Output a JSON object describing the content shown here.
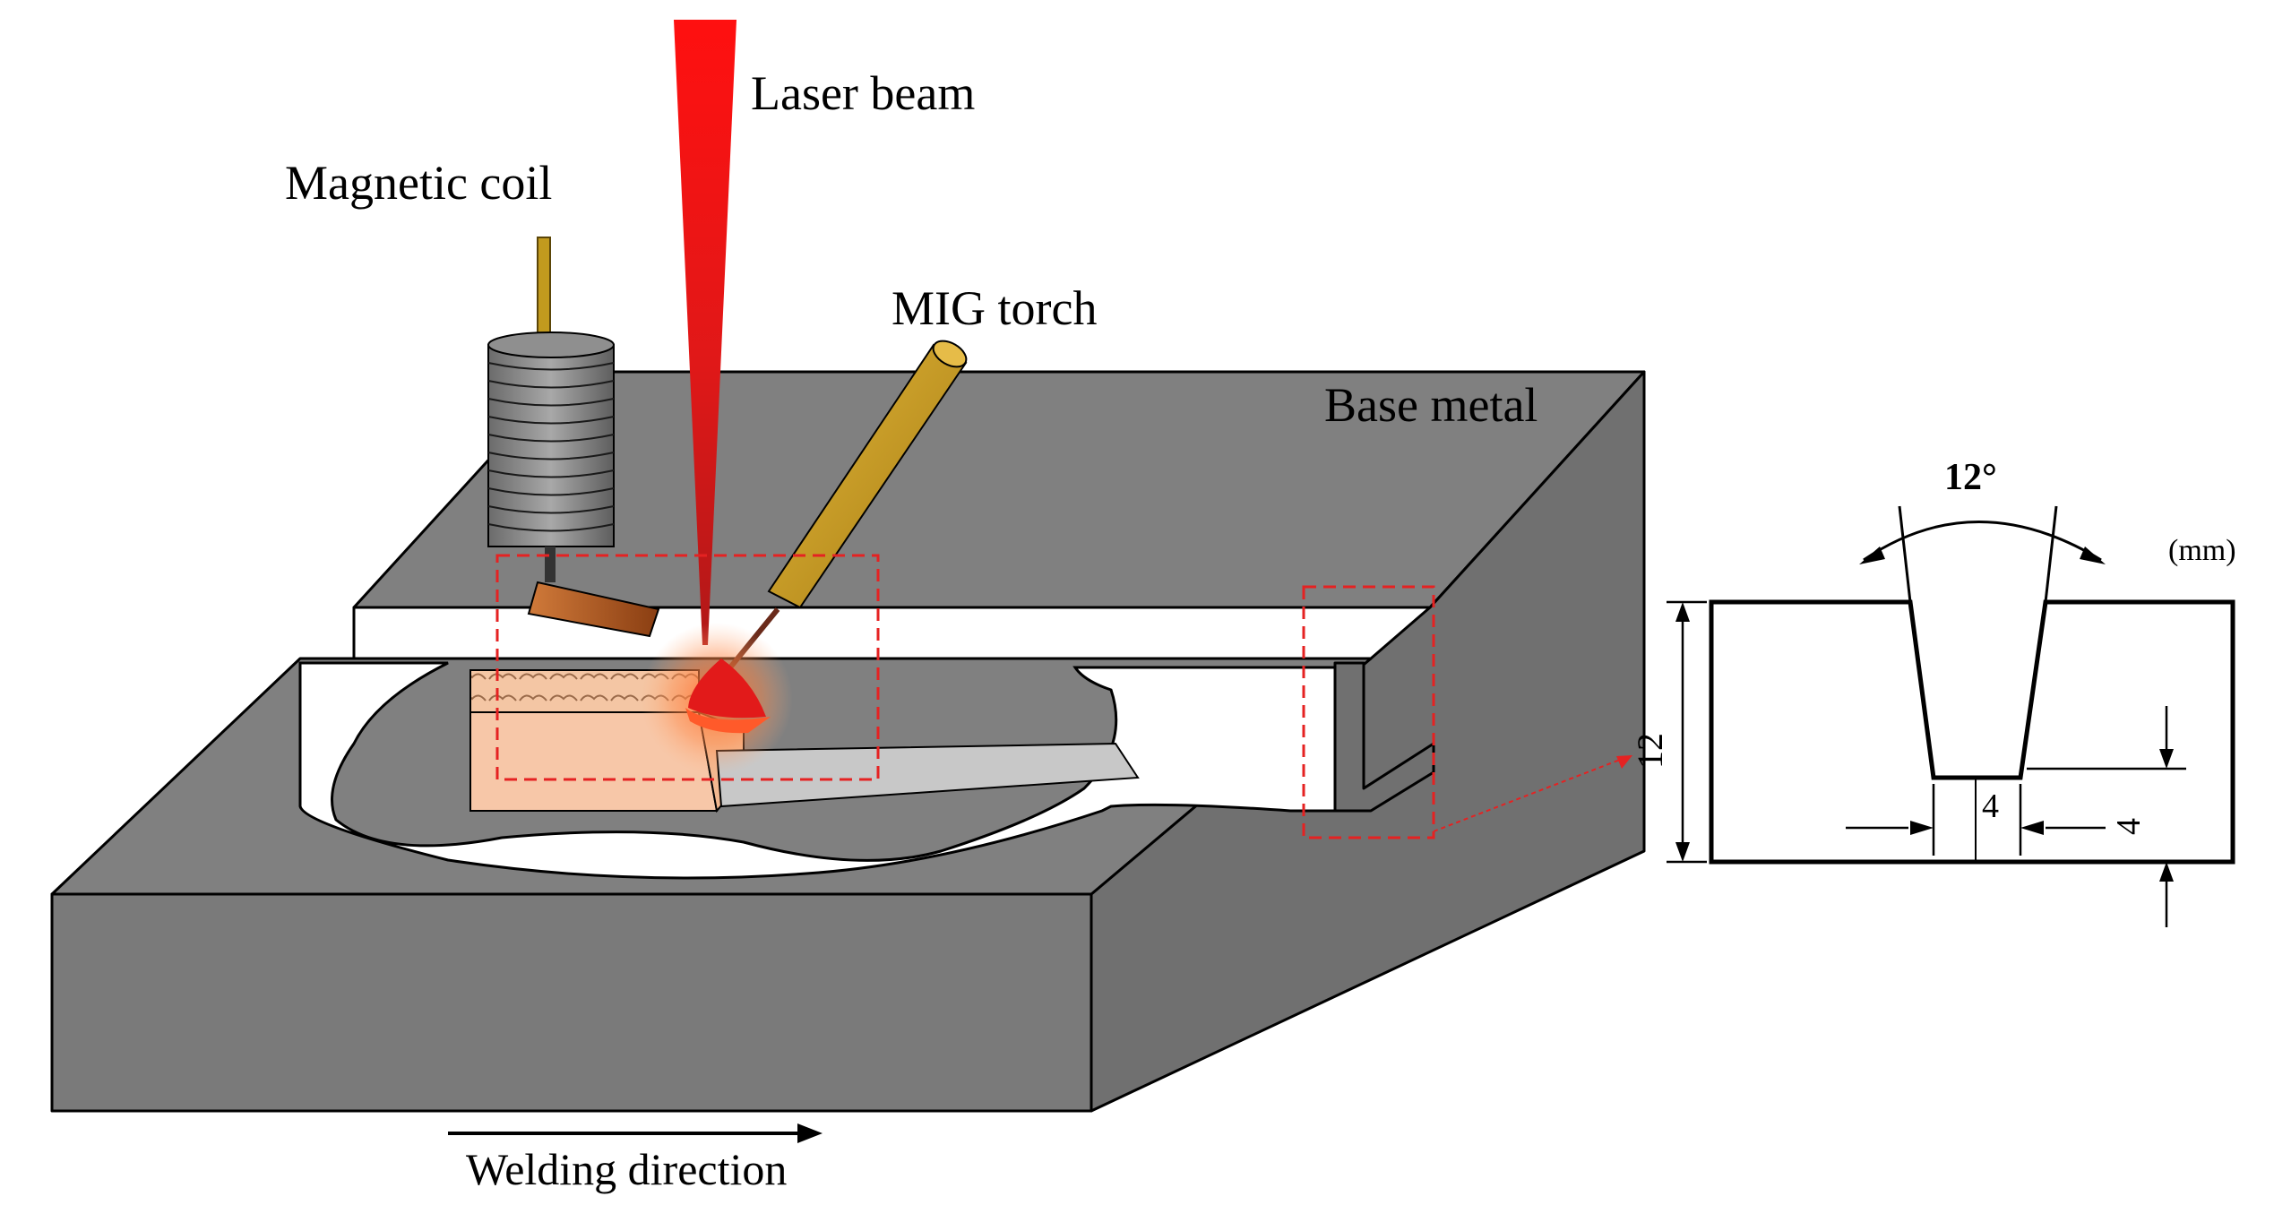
{
  "labels": {
    "laser_beam": "Laser beam",
    "magnetic_coil": "Magnetic coil",
    "mig_torch": "MIG torch",
    "base_metal": "Base metal",
    "welding_direction": "Welding direction"
  },
  "groove_detail": {
    "angle": "12°",
    "unit": "(mm)",
    "thickness": "12",
    "root_gap": "4",
    "root_face": "4"
  },
  "colors": {
    "base_metal": "#808080",
    "laser": "#ff1a1a",
    "torch": "#c89a1a",
    "weld_bead": "#f7c7a8",
    "callout": "#e52222"
  }
}
